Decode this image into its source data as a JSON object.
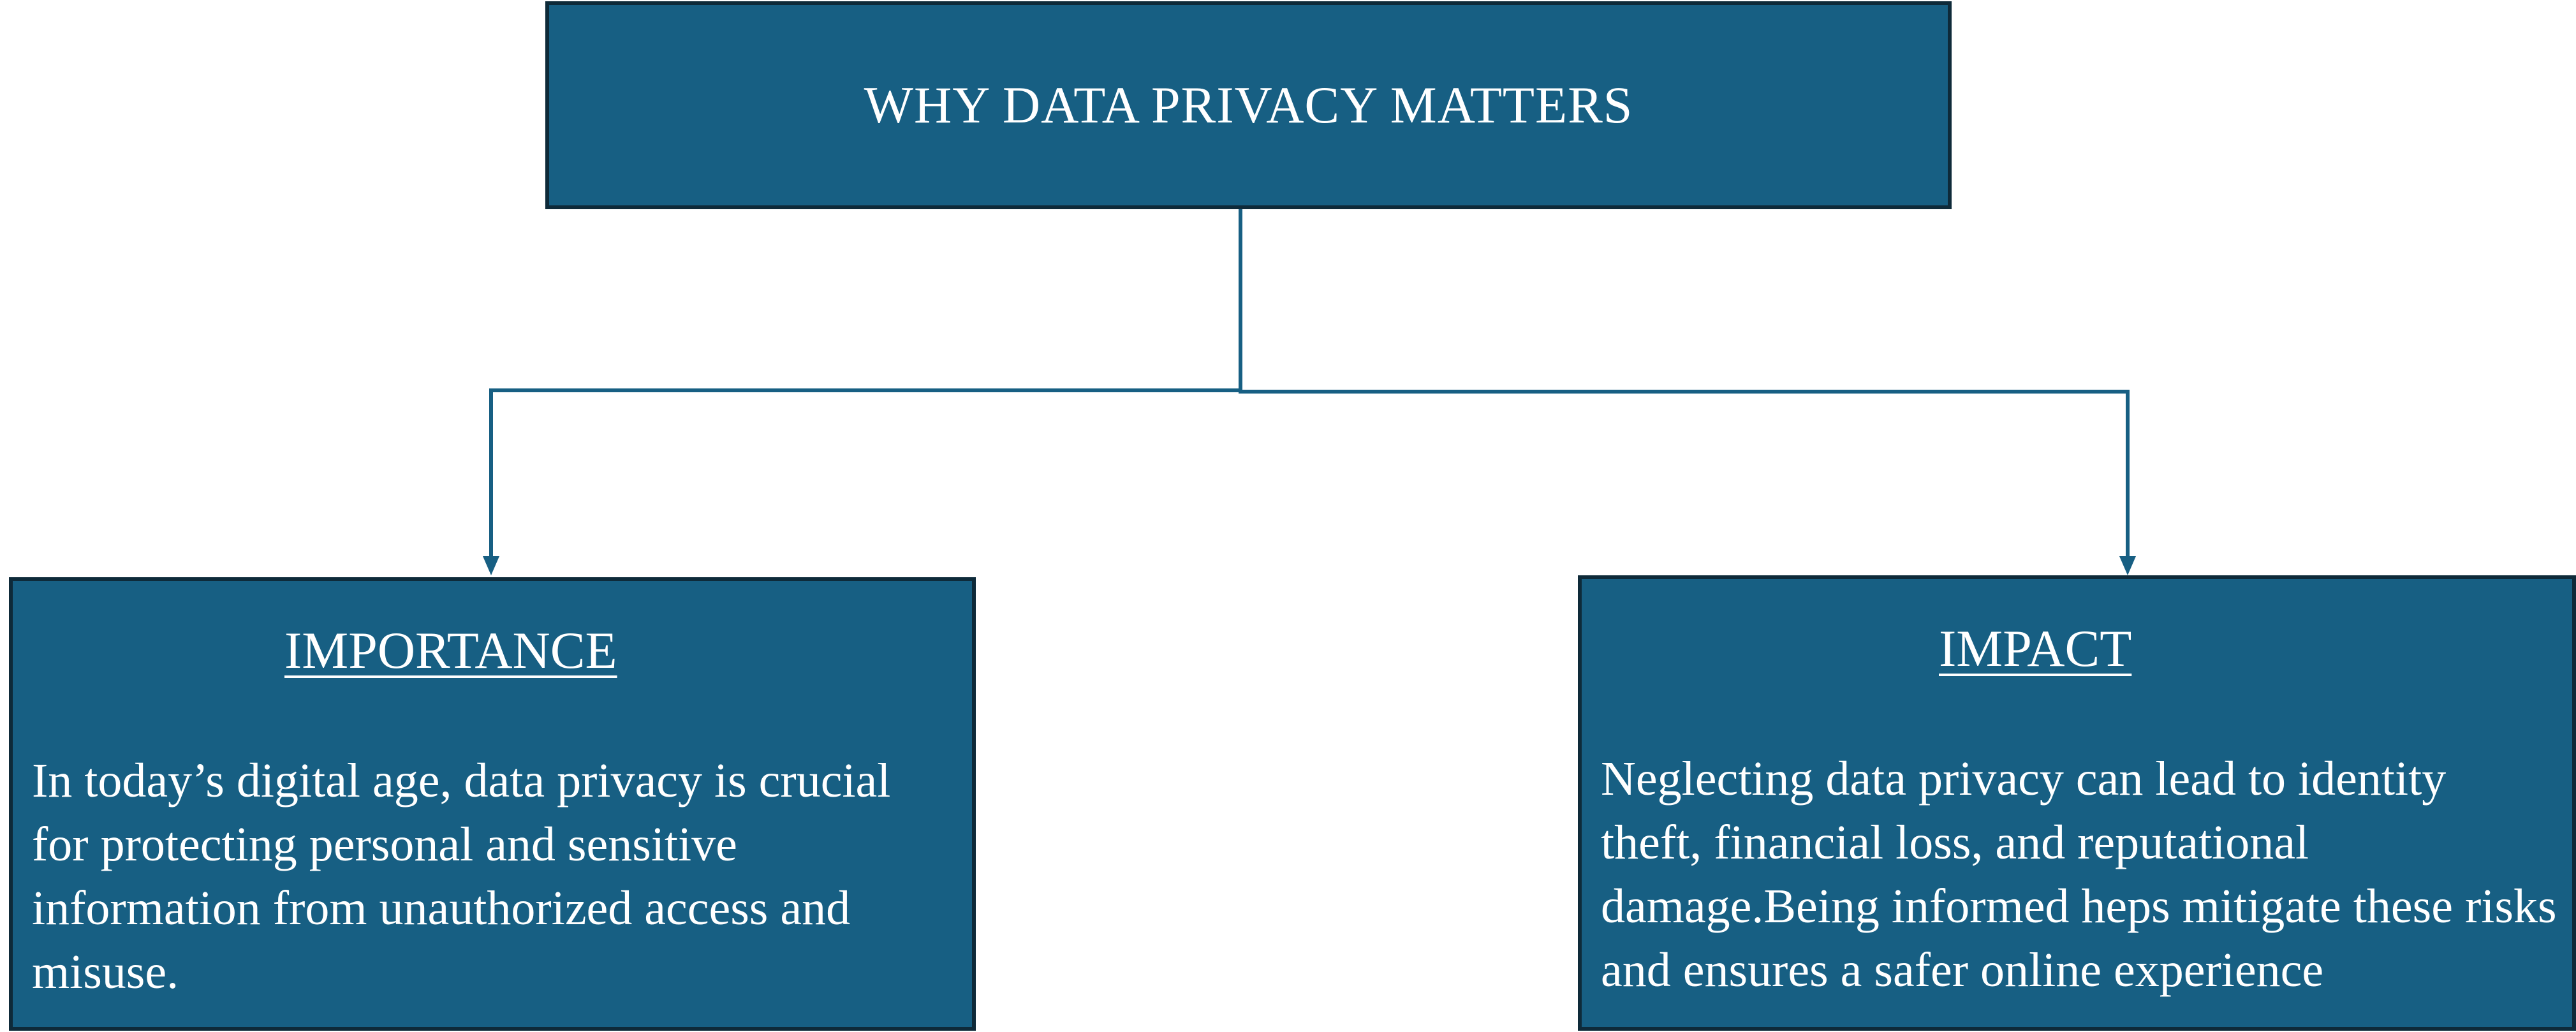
{
  "diagram": {
    "root": {
      "title": "WHY DATA PRIVACY MATTERS"
    },
    "children": [
      {
        "heading": "IMPORTANCE",
        "body": "In today’s digital age, data privacy is crucial for protecting personal and sensitive information from unauthorized access and misuse."
      },
      {
        "heading": "IMPACT",
        "body": "Neglecting data privacy can lead to identity theft, financial loss, and reputational damage.Being informed heps mitigate these risks and ensures a safer online experience"
      }
    ]
  },
  "colors": {
    "box_fill": "#175f83",
    "box_border": "#0e2a39",
    "connector": "#175f83",
    "text": "#ffffff"
  }
}
